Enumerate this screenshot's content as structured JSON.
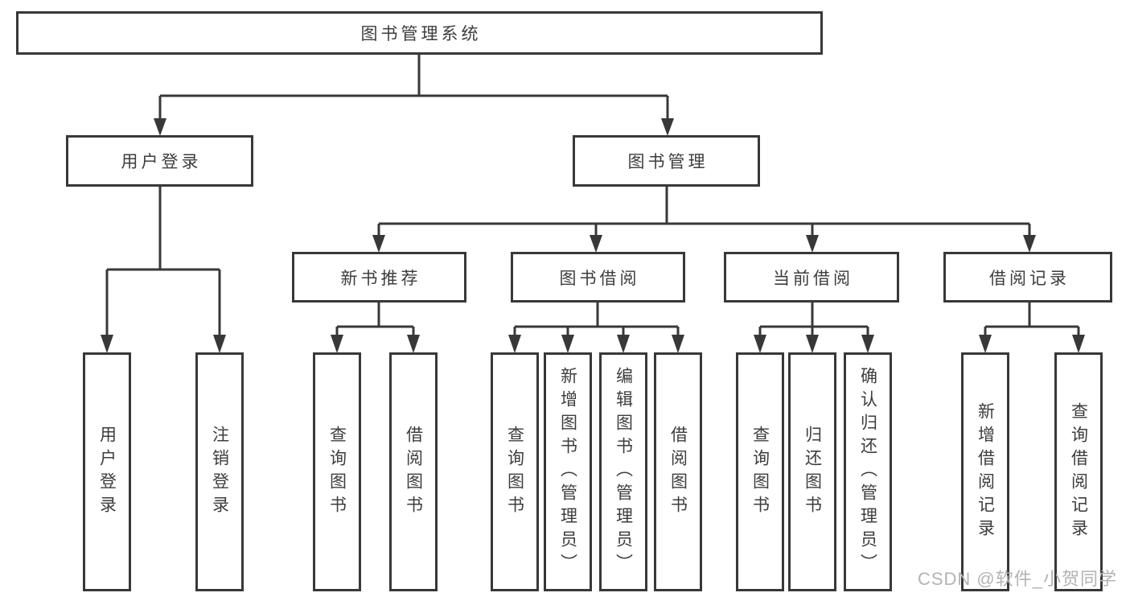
{
  "diagram": {
    "root_label": "图书管理系统",
    "branches": [
      {
        "label": "用户登录",
        "leaves": [
          {
            "label": "用户登录"
          },
          {
            "label": "注销登录"
          }
        ]
      },
      {
        "label": "图书管理",
        "groups": [
          {
            "label": "新书推荐",
            "leaves": [
              {
                "label": "查询图书"
              },
              {
                "label": "借阅图书"
              }
            ]
          },
          {
            "label": "图书借阅",
            "leaves": [
              {
                "label": "查询图书"
              },
              {
                "label": "新增图书（管理员）"
              },
              {
                "label": "编辑图书（管理员）"
              },
              {
                "label": "借阅图书"
              }
            ]
          },
          {
            "label": "当前借阅",
            "leaves": [
              {
                "label": "查询图书"
              },
              {
                "label": "归还图书"
              },
              {
                "label": "确认归还（管理员）"
              }
            ]
          },
          {
            "label": "借阅记录",
            "leaves": [
              {
                "label": "新增借阅记录"
              },
              {
                "label": "查询借阅记录"
              }
            ]
          }
        ]
      }
    ]
  },
  "watermark": "CSDN @软件_小贺同学",
  "colors": {
    "line": "#383838",
    "text": "#3d3d3d",
    "background": "#ffffff",
    "watermark": "#b3b3b3"
  }
}
